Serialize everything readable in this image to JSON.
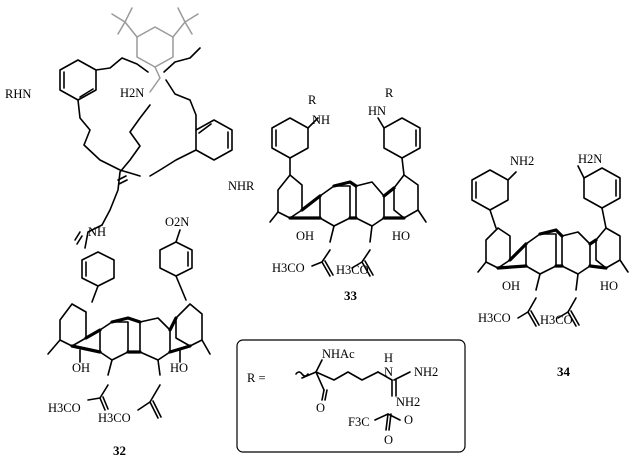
{
  "compound_32": {
    "number": "32",
    "labels": {
      "rhn_left": "RHN",
      "nhr_right": "NHR",
      "ammonium": "H2N",
      "nh_amide": "NH",
      "o2n": "O2N",
      "oh": "OH",
      "ho": "HO",
      "ester_left": "H3CO",
      "ester_right": "H3CO"
    }
  },
  "compound_33": {
    "number": "33",
    "labels": {
      "r_left": "R",
      "nh_left": "NH",
      "r_right": "R",
      "hn_right": "HN",
      "oh": "OH",
      "ho": "HO",
      "ester_left": "H3CO",
      "ester_right": "H3CO"
    }
  },
  "compound_34": {
    "number": "34",
    "labels": {
      "nh2_left": "NH2",
      "nh2_right": "H2N",
      "oh": "OH",
      "ho": "HO",
      "ester_left": "H3CO",
      "ester_right": "H3CO"
    }
  },
  "legend": {
    "r_equals": "R =",
    "nhac": "NHAc",
    "nh": "H",
    "n": "N",
    "nh2_top": "NH2",
    "nh2_bottom": "NH2",
    "tfa": "F3C",
    "oxygen": "O"
  }
}
